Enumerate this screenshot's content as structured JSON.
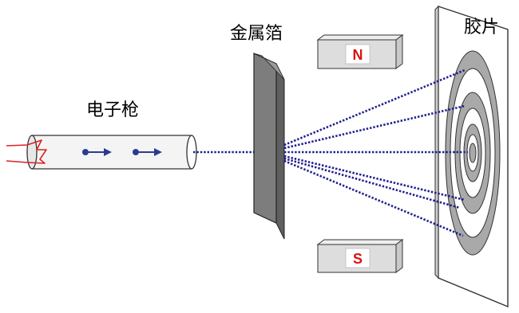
{
  "labels": {
    "electron_gun": "电子枪",
    "metal_foil": "金属箔",
    "film": "胶片"
  },
  "magnets": {
    "north": "N",
    "south": "S"
  },
  "colors": {
    "beam": "#1f1f8f",
    "electron": "#2a3c8f",
    "foil": "#7a7a7a",
    "ring": "#a9a9a9",
    "magnet_text": "#dd1111",
    "filament": "#e02020"
  },
  "icons": {
    "electron": "dot-with-arrow",
    "filament": "zigzag"
  }
}
